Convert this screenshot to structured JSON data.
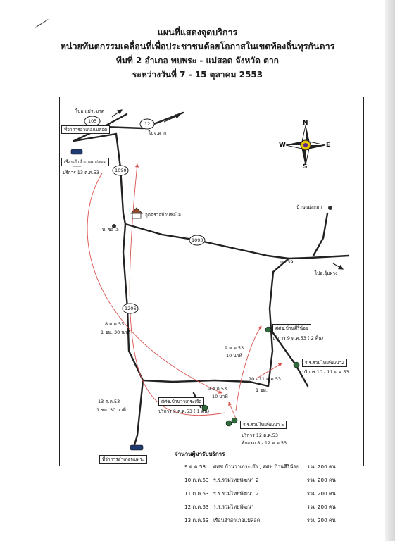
{
  "header": {
    "title": "แผนที่แสดงจุดบริการ",
    "subtitle": "หน่วยทันตกรรมเคลื่อนที่เพื่อประชาชนด้อยโอกาสในเขตท้องถิ่นทุรกันดาร",
    "team": "ทีมที่ 2  อำเภอ พบพระ - แม่สอด จังหวัด ตาก",
    "dates": "ระหว่างวันที่  7 - 15 ตุลาคม 2553"
  },
  "map": {
    "directions": {
      "to_maeramat": "ไปอ.แม่ระมาด",
      "to_tak": "ไปจ.ตาก",
      "to_umphang": "ไปอ.อุ้มผาง"
    },
    "road_numbers": {
      "r105": "105",
      "r12": "12",
      "r1090_a": "1090",
      "r1090_b": "1090",
      "r1206": "1206"
    },
    "km_marker": "กม.39",
    "places": {
      "maesot_office": "ที่ว่าการอำเภอแม่สอด",
      "maesot_prison": "เรือนจำอำเภอแม่สอด",
      "checkpoint": "จุดตรวจบ้านซอไอ",
      "ban_sohai": "บ. ซอไอ",
      "ban_maemola": "บ้านแม่ละมา",
      "srisrinoi": "ศศช.บ้านศีรีน้อย",
      "ruam_thai_2": "ร.ร.รวมไทยพัฒนา2",
      "ban_wakerchor": "ศศช.บ้านวาเกระเจ๊อ",
      "ruam_thai_5": "ร.ร.รวมไทยพัฒนา 5",
      "phopphra_office": "ที่ว่าการอำเภอพบพระ"
    },
    "service_notes": {
      "prison": "บริการ  13  ต.ค.53",
      "srisrinoi": "บริการ 9  ต.ค.53 ( 2 คืน)",
      "ruam_thai_2": "บริการ 10 - 11 ต.ค.53",
      "wakerchor": "บริการ 9 ต.ค.53 ( 1 คืน)",
      "ruam_thai_5": "บริการ 12 ต.ค.53",
      "rest": "พักแรม 8 - 12 ต.ค.53"
    },
    "route_notes": {
      "r8_date": "8 ต.ค.53",
      "r8_time": "1 ชม. 30 นาที",
      "r13_date": "13 ต.ค.53",
      "r13_time": "1 ชม. 30 นาที",
      "r9_date": "9 ต.ค.53",
      "r9_time": "10 นาที",
      "r9b_date": "9 ต.ค.53",
      "r9b_time": "10 นาที",
      "r10_date": "10 - 11 ต.ค.53",
      "r10_time": "1 ชม."
    },
    "compass": {
      "n": "N",
      "s": "S",
      "e": "E",
      "w": "W"
    }
  },
  "summary": {
    "title": "จำนวนผู้มารับบริการ",
    "rows": [
      {
        "date": "9 ต.ค.53",
        "place": "ศศช.บ้านวาเกระเจ๊อ , ศศช.บ้านศีรีน้อย",
        "total": "รวม  200  คน"
      },
      {
        "date": "10 ต.ค.53",
        "place": "ร.ร.รวมไทยพัฒนา 2",
        "total": "รวม  200  คน"
      },
      {
        "date": "11 ต.ค.53",
        "place": "ร.ร.รวมไทยพัฒนา 2",
        "total": "รวม  200  คน"
      },
      {
        "date": "12 ต.ค.53",
        "place": "ร.ร.รวมไทยพัฒนา",
        "total": "รวม  200  คน"
      },
      {
        "date": "13 ต.ค.53",
        "place": "เรือนจำอำเภอแม่สอด",
        "total": "รวม  200  คน"
      }
    ]
  },
  "colors": {
    "road": "#222222",
    "route": "#d9534f",
    "site": "#2f6b3a",
    "compass_center": "#e6c200"
  }
}
